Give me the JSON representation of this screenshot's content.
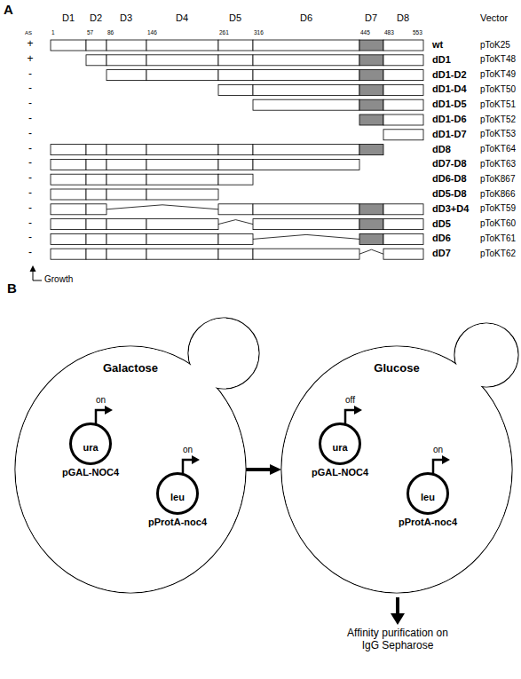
{
  "diagram": {
    "nodes": [
      {
        "text": [
          "Galactose"
        ]
      },
      {
        "text": [
          "ura",
          "on",
          "pGAL-NOC4"
        ],
        "in": 0
      },
      {
        "text": [
          "leu",
          "on",
          "pProtA-noc4"
        ],
        "in": 0
      },
      {
        "text": [
          "Glucose"
        ]
      },
      {
        "text": [
          "ura",
          "off",
          "pGAL-NOC4"
        ],
        "in": 3
      },
      {
        "text": [
          "leu",
          "on",
          "pProtA-noc4"
        ],
        "in": 3
      }
    ],
    "edges": [
      {
        "from": 0,
        "to": 3,
        "arrow": "to"
      }
    ],
    "labels": [
      "A",
      "D1",
      "D2",
      "D3",
      "D4",
      "D5",
      "D6",
      "D7",
      "D8",
      "Vector",
      "AS",
      "1",
      "57",
      "86",
      "146",
      "261",
      "316",
      "445",
      "483",
      "553",
      "+",
      "wt",
      "pToK25",
      "+",
      "dD1",
      "pToKT48",
      "-",
      "dD1-D2",
      "pToKT49",
      "-",
      "dD1-D4",
      "pToKT50",
      "-",
      "dD1-D5",
      "pToKT51",
      "-",
      "dD1-D6",
      "pToKT52",
      "-",
      "dD1-D7",
      "pToKT53",
      "-",
      "dD8",
      "pToKT64",
      "-",
      "dD7-D8",
      "pToKT63",
      "-",
      "dD6-D8",
      "pToK867",
      "-",
      "dD5-D8",
      "pToK866",
      "-",
      "dD3+D4",
      "pToKT59",
      "-",
      "dD5",
      "pToKT60",
      "-",
      "dD6",
      "pToKT61",
      "-",
      "dD7",
      "pToKT62",
      "Growth",
      "B",
      "Affinity purification on IgG Sepharose"
    ]
  }
}
